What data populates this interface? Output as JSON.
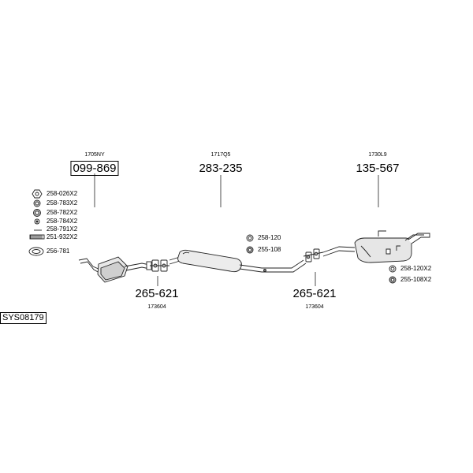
{
  "system_code": "SYS08179",
  "catalyst": {
    "ref": "1705NY",
    "part_number": "099-869"
  },
  "front_silencer": {
    "ref": "1717Q5",
    "part_number": "283-235"
  },
  "rear_silencer": {
    "ref": "1730L9",
    "part_number": "135-567"
  },
  "clamp_left": {
    "part_number": "265-621",
    "ref": "173604"
  },
  "clamp_right": {
    "part_number": "265-621",
    "ref": "173604"
  },
  "left_small_parts": [
    "258-026X2",
    "258-783X2",
    "258-782X2",
    "258-784X2",
    "258-791X2",
    "251-932X2",
    "256-781"
  ],
  "middle_small_parts": [
    "258-120",
    "255-108"
  ],
  "right_small_parts": [
    "258-120X2",
    "255-108X2"
  ]
}
